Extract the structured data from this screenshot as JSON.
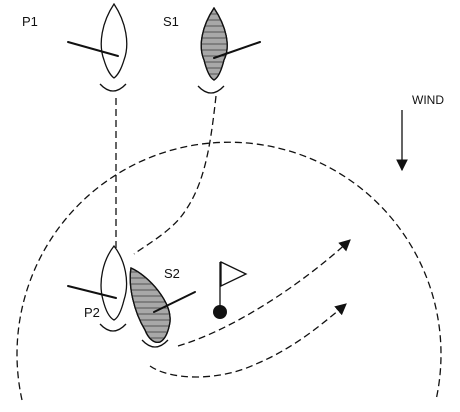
{
  "labels": {
    "p1": "P1",
    "s1": "S1",
    "p2": "P2",
    "s2": "S2",
    "wind": "WIND"
  },
  "colors": {
    "ink": "#111111",
    "starboard_hull_fill": "#a8a8a8",
    "port_hull_fill": "#ffffff"
  },
  "icons": {
    "wind_arrow": "down-arrow-icon",
    "mark": "flag-icon"
  }
}
